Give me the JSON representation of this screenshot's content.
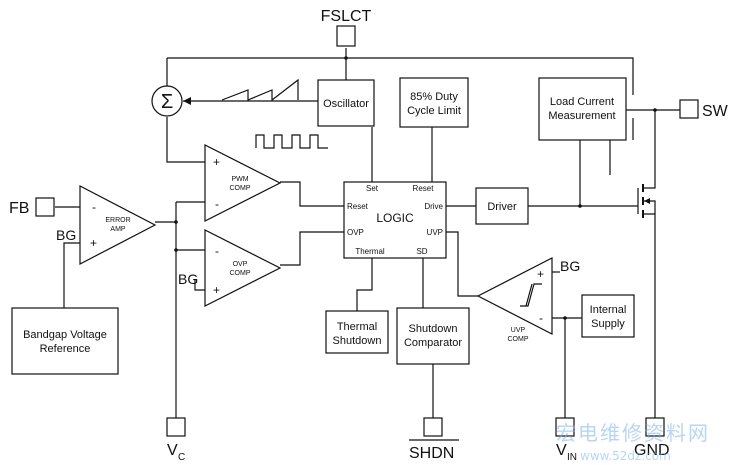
{
  "pins": {
    "fslct": "FSLCT",
    "fb": "FB",
    "sw": "SW",
    "vc_main": "V",
    "vc_sub": "C",
    "vin_main": "V",
    "vin_sub": "IN",
    "gnd": "GND",
    "shdn": "SHDN"
  },
  "blocks": {
    "oscillator": "Oscillator",
    "duty_line1": "85% Duty",
    "duty_line2": "Cycle Limit",
    "load_line1": "Load Current",
    "load_line2": "Measurement",
    "logic": "LOGIC",
    "driver": "Driver",
    "thermal_line1": "Thermal",
    "thermal_line2": "Shutdown",
    "shutdown_line1": "Shutdown",
    "shutdown_line2": "Comparator",
    "internal_line1": "Internal",
    "internal_line2": "Supply",
    "bandgap_line1": "Bandgap Voltage",
    "bandgap_line2": "Reference"
  },
  "amps": {
    "error_line1": "ERROR",
    "error_line2": "AMP",
    "pwm_line1": "PWM",
    "pwm_line2": "COMP",
    "ovp_line1": "OVP",
    "ovp_line2": "COMP",
    "uvp_line1": "UVP",
    "uvp_line2": "COMP",
    "plus": "+",
    "minus": "-"
  },
  "logic_ports": {
    "set": "Set",
    "reset_top": "Reset",
    "reset_left": "Reset",
    "drive": "Drive",
    "ovp": "OVP",
    "uvp": "UVP",
    "thermal": "Thermal",
    "sd": "SD"
  },
  "labels": {
    "bg1": "BG",
    "bg2": "BG",
    "bg3": "BG",
    "sigma": "Σ"
  },
  "watermark": "宏电维修资料网",
  "watermark_url": "www.52dz.com"
}
